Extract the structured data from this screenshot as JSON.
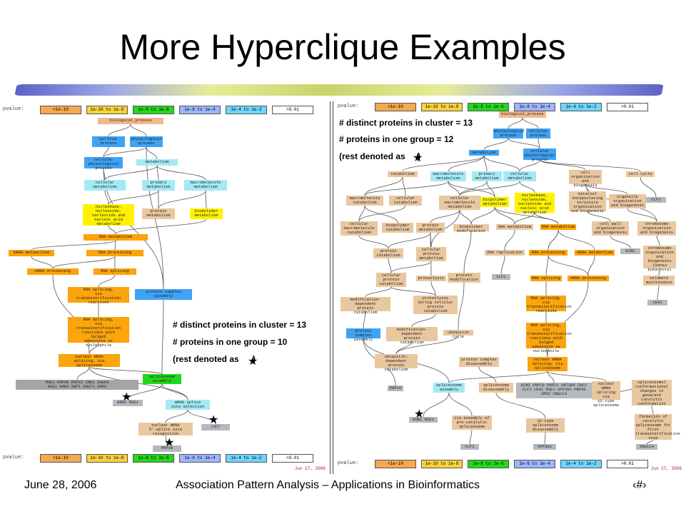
{
  "slide": {
    "title": "More Hyperclique Examples",
    "footer_date": "June 28, 2006",
    "footer_center": "Association Pattern Analysis – Applications in Bioinformatics",
    "footer_page": "‹#›"
  },
  "legend": {
    "label": "pvalue:",
    "items": [
      {
        "text": "<1e-10",
        "color": "#f5a94e"
      },
      {
        "text": "1e-10 to 1e-8",
        "color": "#fbd23a"
      },
      {
        "text": "1e-8 to 1e-6",
        "color": "#22d81c"
      },
      {
        "text": "1e-6 to 1e-4",
        "color": "#9cb6ff"
      },
      {
        "text": "1e-4 to 1e-2",
        "color": "#6fd5ff"
      },
      {
        "text": ">0.01",
        "color": "#ffffff"
      }
    ]
  },
  "left": {
    "annotation": {
      "line1": "# distinct proteins in cluster = 13",
      "line2": "# proteins in one group = 10",
      "line3_prefix": "(rest denoted as ",
      "line3_suffix": ")"
    },
    "date": "Jun 27, 2006",
    "nodes": [
      {
        "id": "bp",
        "text": "biological_process",
        "color": "peach"
      },
      {
        "id": "cp",
        "text": "cellular\nprocess",
        "color": "blue"
      },
      {
        "id": "pp",
        "text": "physiological\nprocess",
        "color": "blue"
      },
      {
        "id": "cpp",
        "text": "cellular\nphysiological\nprocess",
        "color": "blue"
      },
      {
        "id": "met",
        "text": "metabolism",
        "color": "cyan"
      },
      {
        "id": "cm",
        "text": "cellular\nmetabolism",
        "color": "cyan"
      },
      {
        "id": "prm",
        "text": "primary\nmetabolism",
        "color": "cyan"
      },
      {
        "id": "mm",
        "text": "macromolecule\nmetabolism",
        "color": "cyan"
      },
      {
        "id": "nuc",
        "text": "nucleobase,\nnucleoside,\nnucleotide and\nnucleic acid\nmetabolism",
        "color": "yellow"
      },
      {
        "id": "pm",
        "text": "protein\nmetabolism",
        "color": "tan"
      },
      {
        "id": "bpm",
        "text": "biopolymer\nmetabolism",
        "color": "yellow"
      },
      {
        "id": "rna",
        "text": "RNA metabolism",
        "color": "orange"
      },
      {
        "id": "mrnam",
        "text": "mRNA metabolism",
        "color": "orange"
      },
      {
        "id": "rnap",
        "text": "RNA processing",
        "color": "orange"
      },
      {
        "id": "mrnap",
        "text": "mRNA processing",
        "color": "orange"
      },
      {
        "id": "rnas",
        "text": "RNA splicing",
        "color": "orange"
      },
      {
        "id": "rnast",
        "text": "RNA splicing,\nvia\ntransesterification\nreactions",
        "color": "orange"
      },
      {
        "id": "pca",
        "text": "protein complex\nassembly",
        "color": "blue"
      },
      {
        "id": "rnasb",
        "text": "RNA splicing,\nvia\ntransesterification\nreactions with\nbulged\nadenosine as\nnucleophile",
        "color": "orange"
      },
      {
        "id": "nms",
        "text": "nuclear mRNA\nsplicing, via\nspliceosome",
        "color": "orange"
      },
      {
        "id": "genes",
        "text": "MUD1 PRP40 PRP42 SMD1 SNU56\nRSE1 SMD3 SNP1 SNU71 SMD2",
        "color": "grey"
      },
      {
        "id": "sa",
        "text": "spliceosome\nassembly",
        "color": "green"
      },
      {
        "id": "brr",
        "text": "BRR1 RSE1",
        "color": "grey2"
      },
      {
        "id": "m5",
        "text": "mRNA splice\nsite selection",
        "color": "cyan"
      },
      {
        "id": "n5",
        "text": "nuclear mRNA\n5'-splice site\nrecognition",
        "color": "tan"
      },
      {
        "id": "luc",
        "text": "LUC7",
        "color": "grey2"
      },
      {
        "id": "prp",
        "text": "PRP39",
        "color": "grey2"
      }
    ]
  },
  "right": {
    "annotation": {
      "line1": "# distinct proteins in cluster = 13",
      "line2": "# proteins in one group = 12",
      "line3_prefix": "(rest denoted as ",
      "line3_suffix": ")"
    },
    "date": "Jun 27, 2006",
    "nodes": [
      {
        "id": "bp",
        "text": "biological_process",
        "color": "peach"
      },
      {
        "id": "pp",
        "text": "physiological\nprocess",
        "color": "blue"
      },
      {
        "id": "cp",
        "text": "cellular\nprocess",
        "color": "blue"
      },
      {
        "id": "met",
        "text": "metabolism",
        "color": "blue"
      },
      {
        "id": "cpp",
        "text": "cellular\nphysiological\nprocess",
        "color": "blue"
      },
      {
        "id": "cat",
        "text": "catabolism",
        "color": "tan"
      },
      {
        "id": "mm",
        "text": "macromolecule\nmetabolism",
        "color": "cyan"
      },
      {
        "id": "prm",
        "text": "primary\nmetabolism",
        "color": "cyan"
      },
      {
        "id": "cm",
        "text": "cellular\nmetabolism",
        "color": "cyan"
      },
      {
        "id": "coab",
        "text": "cell\norganization\nand biogenesis",
        "color": "tan"
      },
      {
        "id": "cc",
        "text": "cell cycle",
        "color": "tan"
      },
      {
        "id": "mc",
        "text": "macromolecule\ncatabolism",
        "color": "tan"
      },
      {
        "id": "cc2",
        "text": "cellular\ncatabolism",
        "color": "tan"
      },
      {
        "id": "cmm",
        "text": "cellular\nmacromolecule\nmetabolism",
        "color": "tan"
      },
      {
        "id": "bpm",
        "text": "biopolymer\nmetabolism",
        "color": "yellow"
      },
      {
        "id": "nuc",
        "text": "nucleobase,\nnucleoside,\nnucleotide and\nnucleic acid\nmetabolism",
        "color": "yellow"
      },
      {
        "id": "eesob",
        "text": "external\nencapsulating\nstructure\norganization\nand biogenesis",
        "color": "tan"
      },
      {
        "id": "oob",
        "text": "organelle\norganization\nand biogenesis",
        "color": "tan"
      },
      {
        "id": "clf1a",
        "text": "CLF1",
        "color": "grey2"
      },
      {
        "id": "cmc",
        "text": "cellular\nmacromolecule\ncatabolism",
        "color": "tan"
      },
      {
        "id": "bc",
        "text": "biopolymer\ncatabolism",
        "color": "tan"
      },
      {
        "id": "prot",
        "text": "protein\nmetabolism",
        "color": "tan"
      },
      {
        "id": "bmod",
        "text": "biopolymer\nmodification",
        "color": "tan"
      },
      {
        "id": "dna",
        "text": "DNA metabolism",
        "color": "tan"
      },
      {
        "id": "rna",
        "text": "RNA metabolism",
        "color": "orange"
      },
      {
        "id": "cwob",
        "text": "cell wall\norganization\nand biogenesis",
        "color": "tan"
      },
      {
        "id": "chob",
        "text": "chromosome\norganization\nand biogenesis",
        "color": "tan"
      },
      {
        "id": "pcat",
        "text": "protein\ncatabolism",
        "color": "tan"
      },
      {
        "id": "cpm",
        "text": "cellular\nprotein\nmetabolism",
        "color": "tan"
      },
      {
        "id": "dnar",
        "text": "DNA replication",
        "color": "tan"
      },
      {
        "id": "rnap",
        "text": "RNA processing",
        "color": "orange"
      },
      {
        "id": "mrnam",
        "text": "mRNA metabolism",
        "color": "orange"
      },
      {
        "id": "ecm2",
        "text": "ECM2",
        "color": "grey2"
      },
      {
        "id": "chobeuk",
        "text": "chromosome\norganization\nand biogenesis\n(sensu\nEukaryota)",
        "color": "tan"
      },
      {
        "id": "cpc",
        "text": "cellular\nprotein\ncatabolism",
        "color": "tan"
      },
      {
        "id": "proteo",
        "text": "proteolysis",
        "color": "tan"
      },
      {
        "id": "pmod",
        "text": "protein\nmodification",
        "color": "tan"
      },
      {
        "id": "clf1b",
        "text": "CLF1",
        "color": "grey2"
      },
      {
        "id": "rnas",
        "text": "RNA splicing",
        "color": "orange"
      },
      {
        "id": "mrnap",
        "text": "mRNA processing",
        "color": "orange"
      },
      {
        "id": "tm",
        "text": "telomere\nmaintenance",
        "color": "tan"
      },
      {
        "id": "mdpc",
        "text": "modification-dependent\nprotein\ncatabolism",
        "color": "tan"
      },
      {
        "id": "pdcp",
        "text": "proteolysis\nduring cellular\nprotein\ncatabolism",
        "color": "tan"
      },
      {
        "id": "rnast",
        "text": "RNA splicing,\nvia\ntransesterification\nreactions",
        "color": "orange"
      },
      {
        "id": "lea1",
        "text": "LEA1",
        "color": "grey2"
      },
      {
        "id": "pca",
        "text": "protein complex\nassembly",
        "color": "blue"
      },
      {
        "id": "mdpc2",
        "text": "modification-dependent\nprotein\ncatabolism",
        "color": "tan"
      },
      {
        "id": "ubc",
        "text": "ubiquitin cycle",
        "color": "tan"
      },
      {
        "id": "rnasb",
        "text": "RNA splicing,\nvia\ntransesterification\nreactions with\nbulged\nadenosine as\nnucleophile",
        "color": "orange"
      },
      {
        "id": "udpc",
        "text": "ubiquitin-dependent\nprotein\ncatabolism",
        "color": "tan"
      },
      {
        "id": "pcd",
        "text": "protein complex\ndisassembly",
        "color": "tan"
      },
      {
        "id": "nms",
        "text": "nuclear mRNA\nsplicing, via\nspliceosome",
        "color": "orange"
      },
      {
        "id": "prp19",
        "text": "PRP19",
        "color": "grey2"
      },
      {
        "id": "sa",
        "text": "spliceosome\nassembly",
        "color": "cyan"
      },
      {
        "id": "sd",
        "text": "spliceosome\ndisassembly",
        "color": "tan"
      },
      {
        "id": "genes",
        "text": "ECM2 PRP19 PRP21 SNT309 CWC2\nCLF1 LEA1 RSE1 SPP382 PRP46\nSMD2 SNU114",
        "color": "grey2"
      },
      {
        "id": "nmsu2",
        "text": "nuclear mRNA\nsplicing via\nU2-type\nspliceosome",
        "color": "tan"
      },
      {
        "id": "scc",
        "text": "spliceosomal\nconformational\nchanges to\ngenerate\ncatalytic\nconformation",
        "color": "tan"
      },
      {
        "id": "hub",
        "text": "HUB1 RSE1",
        "color": "grey2"
      },
      {
        "id": "cis",
        "text": "cis assembly of\npre-catalytic\nspliceosome",
        "color": "tan"
      },
      {
        "id": "u2",
        "text": "U2-type\nspliceosome\ndisassembly",
        "color": "tan"
      },
      {
        "id": "form",
        "text": "formation of\ncatalytic\nspliceosome for\nfirst\ntransesterification\nstep",
        "color": "tan"
      },
      {
        "id": "clf1c",
        "text": "CLF1",
        "color": "grey2"
      },
      {
        "id": "spp382",
        "text": "SPP382",
        "color": "grey2"
      },
      {
        "id": "snu114",
        "text": "SNU114",
        "color": "grey2"
      }
    ]
  }
}
